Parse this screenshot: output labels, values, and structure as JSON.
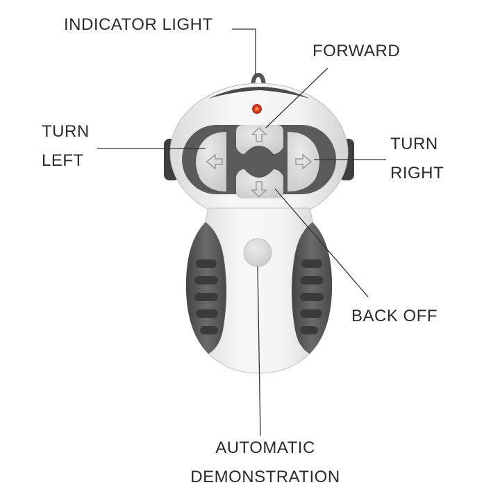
{
  "labels": {
    "indicator_light": "INDICATOR LIGHT",
    "forward": "FORWARD",
    "turn_left": [
      "TURN",
      "LEFT"
    ],
    "turn_right": [
      "TURN",
      "RIGHT"
    ],
    "back_off": "BACK OFF",
    "automatic_demonstration": [
      "AUTOMATIC",
      "DEMONSTRATION"
    ]
  },
  "colors": {
    "body": "#f1f1f1",
    "dark_grip": "#5a5a5a",
    "button_gray": "#d9d9d9",
    "indicator": "#e2401c",
    "leader_line": "#333333",
    "text": "#2b2b2b"
  },
  "icons": [
    "up-arrow-icon",
    "down-arrow-icon",
    "left-arrow-icon",
    "right-arrow-icon"
  ]
}
